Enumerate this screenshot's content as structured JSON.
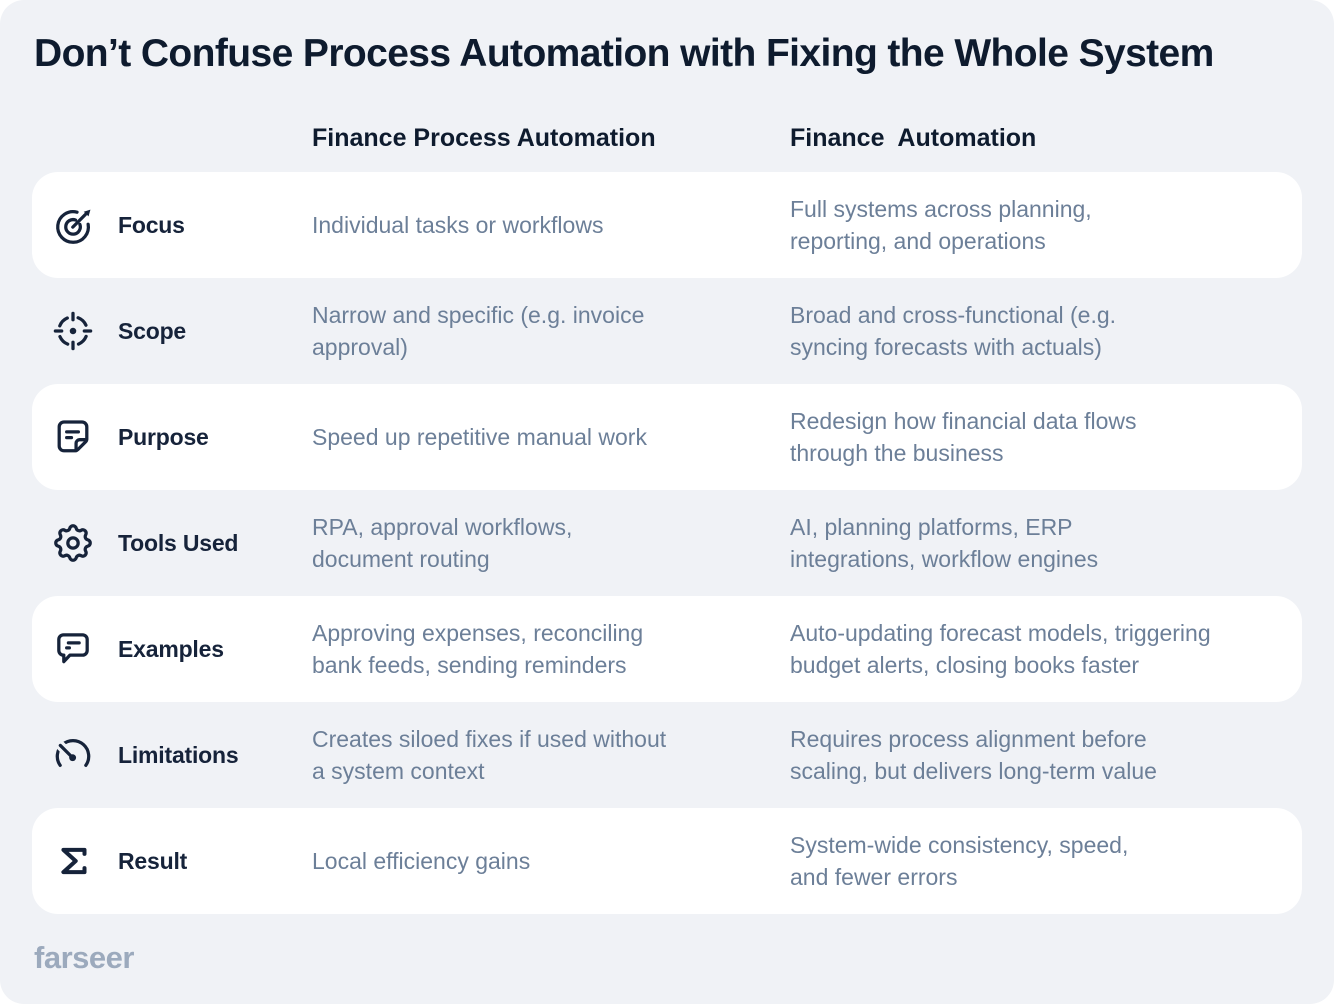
{
  "title": "Don’t Confuse Process Automation with Fixing the Whole System",
  "columns": {
    "left_header": "Finance Process Automation",
    "right_header": "Finance  Automation"
  },
  "rows": [
    {
      "label": "Focus",
      "icon": "target-arrow-icon",
      "left": "Individual tasks or workflows",
      "right": "Full systems across planning,\nreporting, and operations"
    },
    {
      "label": "Scope",
      "icon": "crosshair-icon",
      "left": "Narrow and specific (e.g. invoice\napproval)",
      "right": "Broad and cross-functional (e.g.\nsyncing forecasts with actuals)"
    },
    {
      "label": "Purpose",
      "icon": "note-icon",
      "left": "Speed up repetitive manual work",
      "right": "Redesign how financial data flows\nthrough the business"
    },
    {
      "label": "Tools Used",
      "icon": "gear-icon",
      "left": "RPA, approval workflows,\ndocument routing",
      "right": "AI, planning platforms, ERP\nintegrations, workflow engines"
    },
    {
      "label": "Examples",
      "icon": "chat-bubble-icon",
      "left": "Approving expenses, reconciling\nbank feeds, sending reminders",
      "right": "Auto-updating forecast models, triggering\nbudget alerts, closing books faster"
    },
    {
      "label": "Limitations",
      "icon": "gauge-icon",
      "left": "Creates siloed fixes if used without\na system context",
      "right": "Requires process alignment before\nscaling, but delivers long-term value"
    },
    {
      "label": "Result",
      "icon": "sigma-icon",
      "left": "Local efficiency gains",
      "right": "System-wide consistency, speed,\nand fewer errors"
    }
  ],
  "logo": "farseer",
  "colors": {
    "canvas_background": "#f0f2f6",
    "card_background": "#ffffff",
    "heading_text": "#0e1b2e",
    "label_text": "#16233a",
    "body_text": "#6c7f98",
    "logo_text": "#9caabd"
  }
}
